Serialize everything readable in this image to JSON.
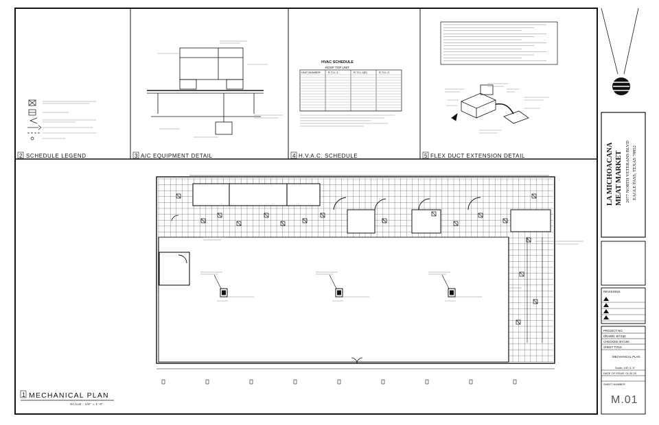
{
  "panels": [
    {
      "number": "2",
      "title": "SCHEDULE LEGEND"
    },
    {
      "number": "3",
      "title": "A/C EQUIPMENT DETAIL"
    },
    {
      "number": "4",
      "title": "H.V.A.C. SCHEDULE"
    },
    {
      "number": "5",
      "title": "FLEX DUCT EXTENSION DETAIL"
    }
  ],
  "main_plan": {
    "number": "1",
    "title": "MECHANICAL PLAN",
    "scale": "SCALE : 1/8\" = 1'-0\""
  },
  "hvac_schedule": {
    "heading": "HVAC SCHEDULE",
    "subheading": "ROOF TOP UNIT",
    "columns": [
      "UNIT NUMBER",
      "R.T.U.-1",
      "R.T.U.-2(E)",
      "R.T.U.-3"
    ]
  },
  "title_block": {
    "project_name_line1": "LA MICHOACANA",
    "project_name_line2": "MEAT MARKET",
    "address_line1": "2077 NORTH VETERANS BLVD",
    "address_line2": "EAGLE PASS, TEXAS 78852",
    "revisions_label": "REVISIONS",
    "project_no_label": "PROJECT NO.",
    "drawn_label": "DRAWN: BY/160",
    "checked_label": "CHECKED: BY/160",
    "sheet_title_label": "SHEET TITLE",
    "sheet_title": "MECHANICAL PLAN",
    "scale_label": "Scale: 1/8\"=1'-0\"",
    "date_label": "DATE OF ISSUE: 01.20.20",
    "sheet_number_label": "SHEET NUMBER",
    "sheet_number": "M.01"
  },
  "colors": {
    "line": "#1a1a1a",
    "paper": "#ffffff"
  }
}
